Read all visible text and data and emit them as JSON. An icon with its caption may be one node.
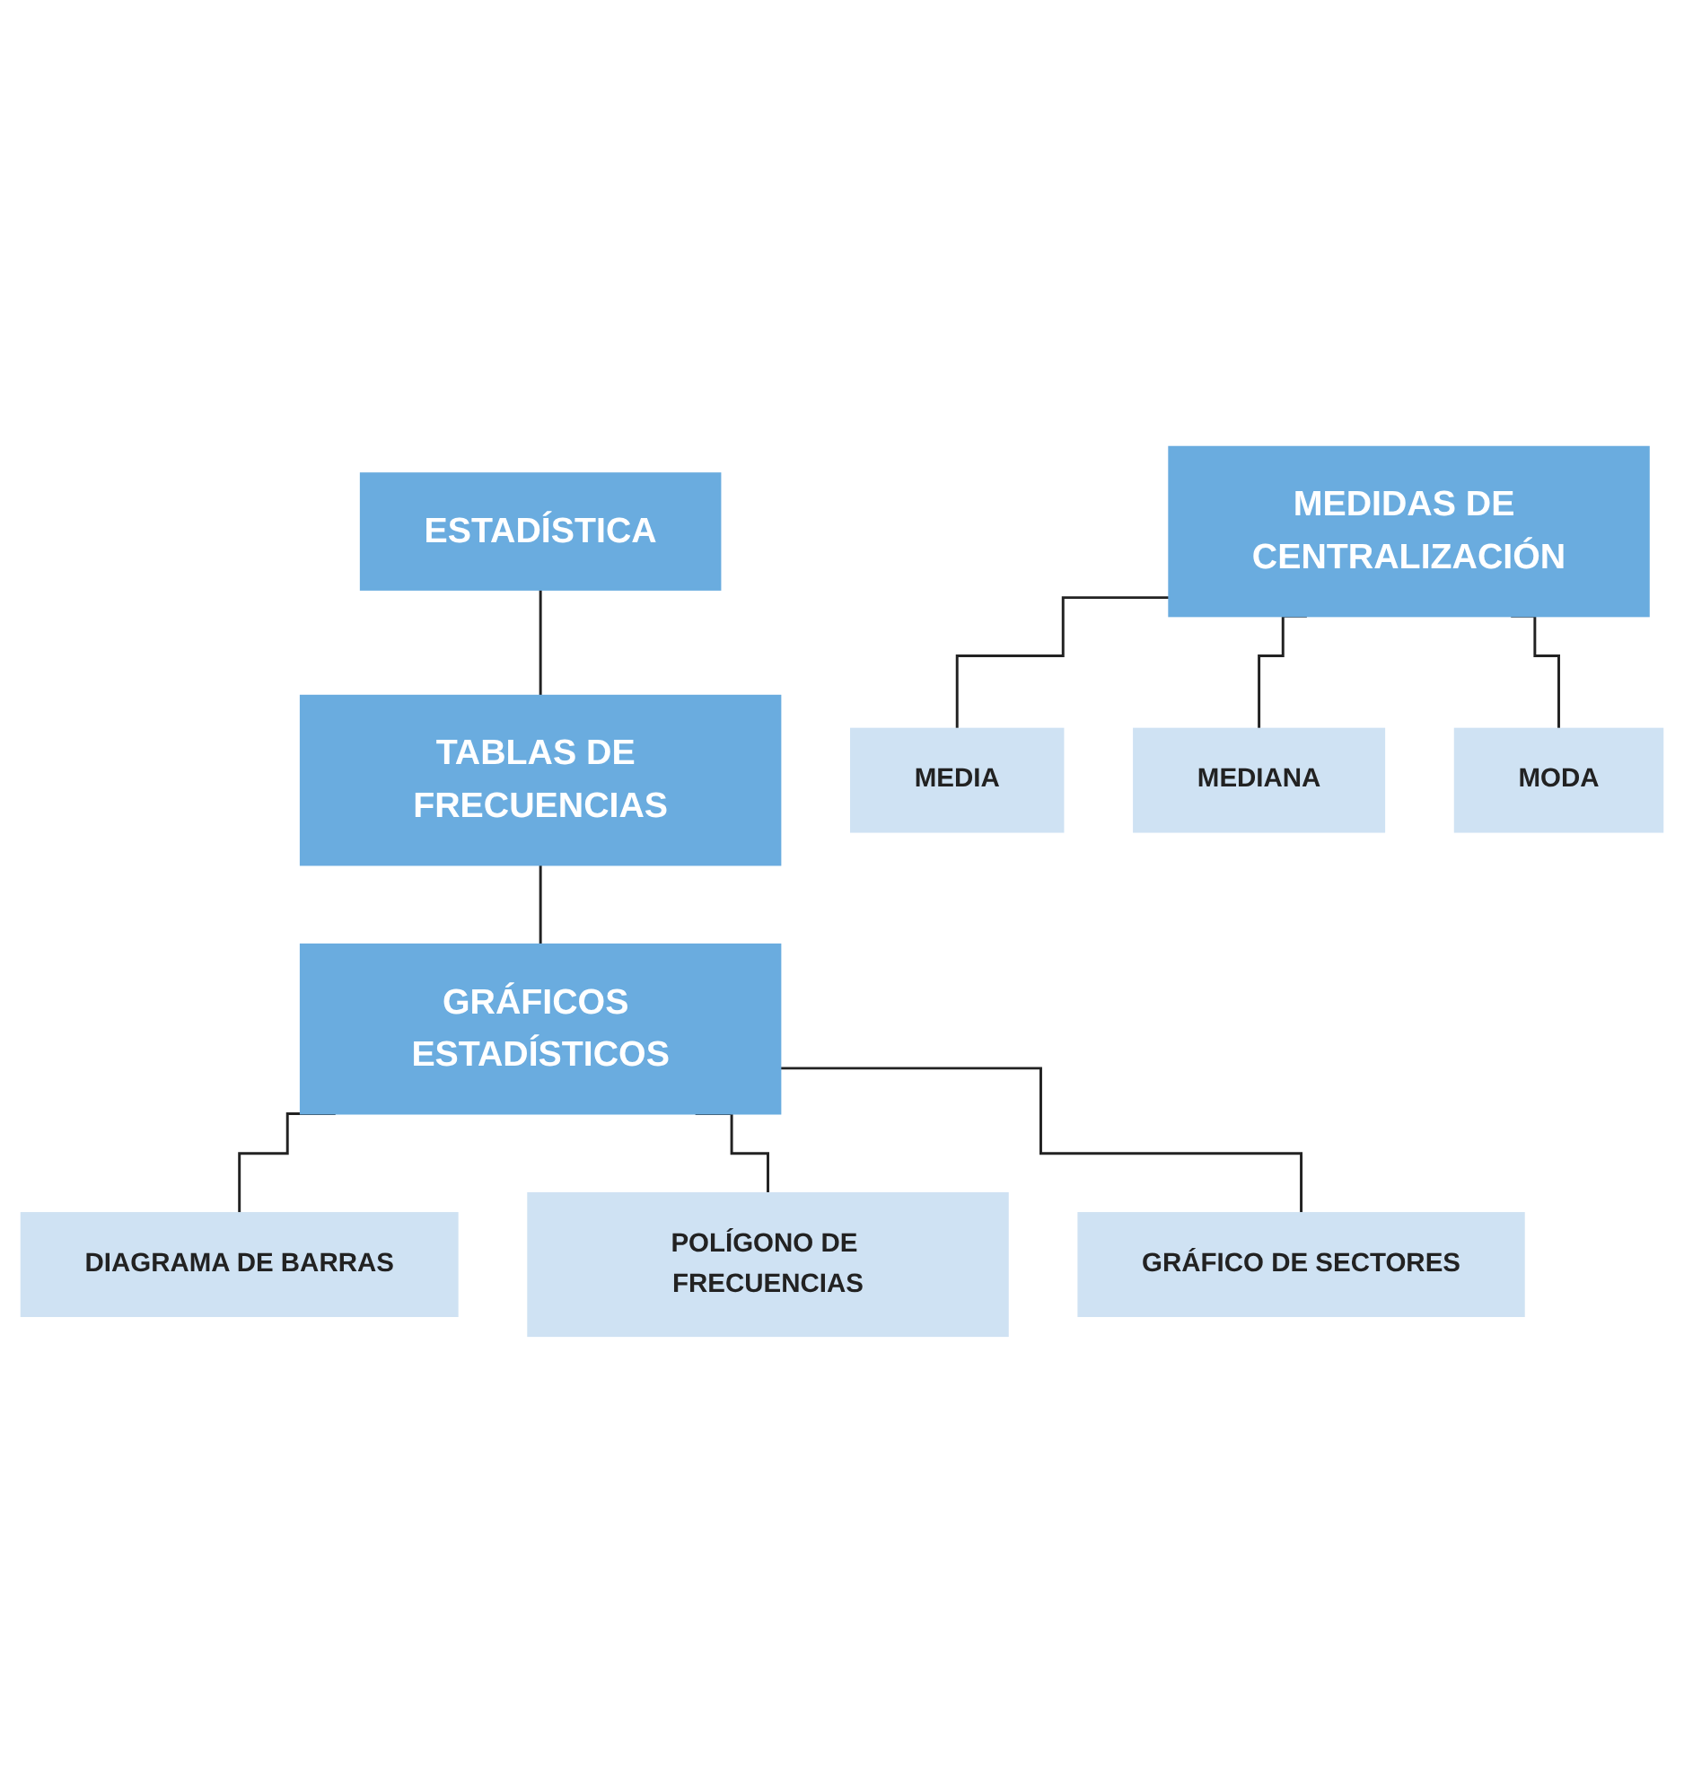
{
  "diagram": {
    "nodes": [
      {
        "text": [
          "ESTADÍSTICA"
        ]
      },
      {
        "text": [
          "TABLAS DE FRECUENCIAS"
        ]
      },
      {
        "text": [
          "GRÁFICOS ESTADÍSTICOS"
        ]
      },
      {
        "text": [
          "DIAGRAMA DE BARRAS"
        ]
      },
      {
        "text": [
          "POLÍGONO DE FRECUENCIAS"
        ]
      },
      {
        "text": [
          "GRÁFICO DE SECTORES"
        ]
      },
      {
        "text": [
          "MEDIDAS DE CENTRALIZACIÓN"
        ]
      },
      {
        "text": [
          "MEDIA"
        ]
      },
      {
        "text": [
          "MEDIANA"
        ]
      },
      {
        "text": [
          "MODA"
        ]
      }
    ],
    "edges": [
      {
        "from": 0,
        "to": 1,
        "arrow": "none"
      },
      {
        "from": 1,
        "to": 2,
        "arrow": "none"
      },
      {
        "from": 2,
        "to": 3,
        "arrow": "none"
      },
      {
        "from": 2,
        "to": 4,
        "arrow": "none"
      },
      {
        "from": 2,
        "to": 5,
        "arrow": "none"
      },
      {
        "from": 6,
        "to": 7,
        "arrow": "none"
      },
      {
        "from": 6,
        "to": 8,
        "arrow": "none"
      },
      {
        "from": 6,
        "to": 9,
        "arrow": "none"
      }
    ]
  }
}
